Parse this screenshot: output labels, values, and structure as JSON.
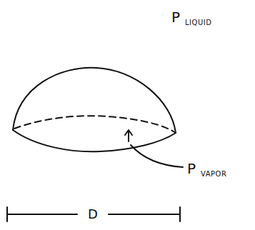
{
  "diagram": {
    "labels": [
      "P",
      "LIQUID",
      "P",
      "VAPOR",
      "D"
    ]
  }
}
